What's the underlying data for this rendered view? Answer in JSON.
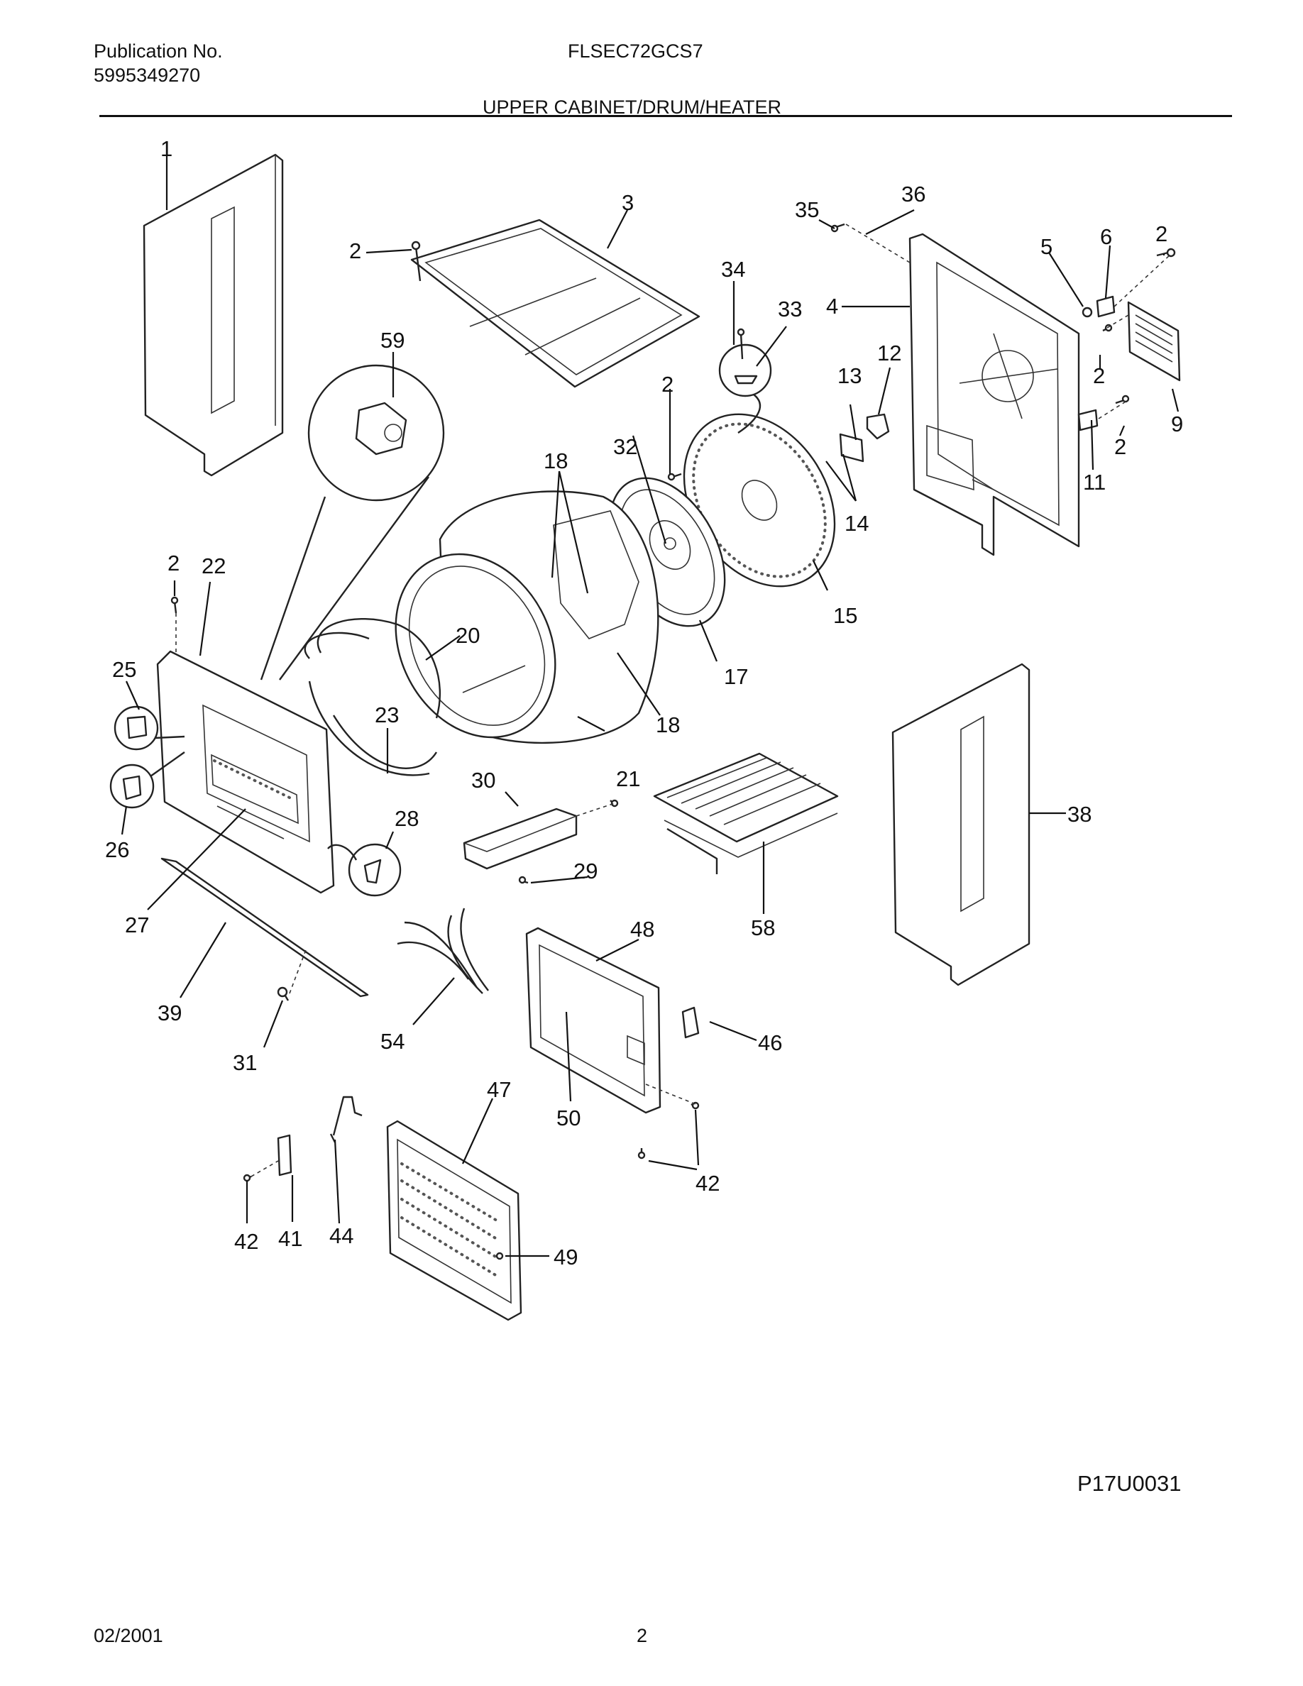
{
  "header": {
    "publication_label": "Publication No.",
    "publication_number": "5995349270",
    "model": "FLSEC72GCS7",
    "section_title": "UPPER CABINET/DRUM/HEATER"
  },
  "callouts": [
    {
      "id": "c1",
      "text": "1"
    },
    {
      "id": "c2a",
      "text": "2"
    },
    {
      "id": "c3",
      "text": "3"
    },
    {
      "id": "c35",
      "text": "35"
    },
    {
      "id": "c36",
      "text": "36"
    },
    {
      "id": "c5",
      "text": "5"
    },
    {
      "id": "c6",
      "text": "6"
    },
    {
      "id": "c2b",
      "text": "2"
    },
    {
      "id": "c4",
      "text": "4"
    },
    {
      "id": "c34",
      "text": "34"
    },
    {
      "id": "c33",
      "text": "33"
    },
    {
      "id": "c59",
      "text": "59"
    },
    {
      "id": "c12",
      "text": "12"
    },
    {
      "id": "c13",
      "text": "13"
    },
    {
      "id": "c2c",
      "text": "2"
    },
    {
      "id": "c9",
      "text": "9"
    },
    {
      "id": "c2d",
      "text": "2"
    },
    {
      "id": "c2e",
      "text": "2"
    },
    {
      "id": "c32",
      "text": "32"
    },
    {
      "id": "c18a",
      "text": "18"
    },
    {
      "id": "c11",
      "text": "11"
    },
    {
      "id": "c14",
      "text": "14"
    },
    {
      "id": "c2f",
      "text": "2"
    },
    {
      "id": "c22",
      "text": "22"
    },
    {
      "id": "c15",
      "text": "15"
    },
    {
      "id": "c20",
      "text": "20"
    },
    {
      "id": "c25",
      "text": "25"
    },
    {
      "id": "c17",
      "text": "17"
    },
    {
      "id": "c23",
      "text": "23"
    },
    {
      "id": "c18b",
      "text": "18"
    },
    {
      "id": "c21",
      "text": "21"
    },
    {
      "id": "c30",
      "text": "30"
    },
    {
      "id": "c28",
      "text": "28"
    },
    {
      "id": "c38",
      "text": "38"
    },
    {
      "id": "c26",
      "text": "26"
    },
    {
      "id": "c29",
      "text": "29"
    },
    {
      "id": "c58",
      "text": "58"
    },
    {
      "id": "c27",
      "text": "27"
    },
    {
      "id": "c48",
      "text": "48"
    },
    {
      "id": "c39",
      "text": "39"
    },
    {
      "id": "c54",
      "text": "54"
    },
    {
      "id": "c46",
      "text": "46"
    },
    {
      "id": "c31",
      "text": "31"
    },
    {
      "id": "c47",
      "text": "47"
    },
    {
      "id": "c50",
      "text": "50"
    },
    {
      "id": "c42a",
      "text": "42"
    },
    {
      "id": "c42b",
      "text": "42"
    },
    {
      "id": "c41",
      "text": "41"
    },
    {
      "id": "c44",
      "text": "44"
    },
    {
      "id": "c49",
      "text": "49"
    }
  ],
  "reference_code": "P17U0031",
  "footer": {
    "date": "02/2001",
    "page_number": "2"
  }
}
